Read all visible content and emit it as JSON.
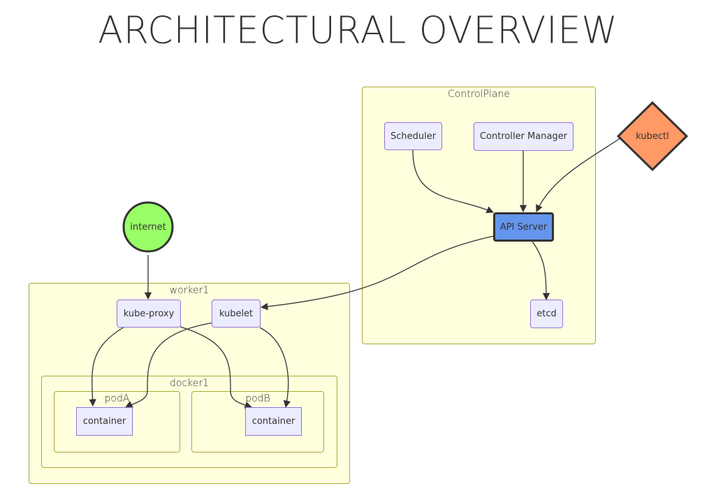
{
  "title": "ARCHITECTURAL OVERVIEW",
  "clusters": {
    "control_plane": "ControlPlane",
    "worker1": "worker1",
    "docker1": "docker1",
    "podA": "podA",
    "podB": "podB"
  },
  "nodes": {
    "scheduler": "Scheduler",
    "controller_manager": "Controller Manager",
    "kubectl": "kubectl",
    "api_server": "API Server",
    "etcd": "etcd",
    "internet": "internet",
    "kube_proxy": "kube-proxy",
    "kubelet": "kubelet",
    "container_a": "container",
    "container_b": "container"
  },
  "colors": {
    "cluster_fill": "#ffffde",
    "cluster_border": "#aaaa33",
    "node_fill": "#ececff",
    "node_border": "#9370db",
    "kubectl_fill": "#ff9966",
    "api_server_fill": "#6495ed",
    "internet_fill": "#99ff66"
  }
}
